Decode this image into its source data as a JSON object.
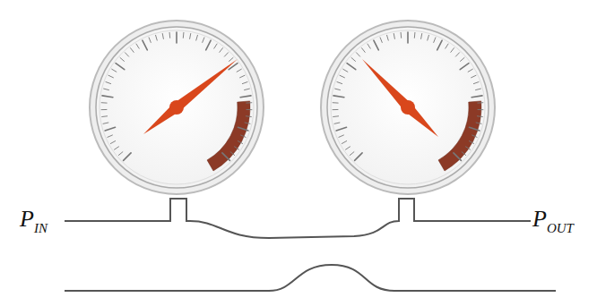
{
  "diagram": {
    "labels": [
      "P",
      "IN",
      "P",
      "OUT"
    ]
  }
}
